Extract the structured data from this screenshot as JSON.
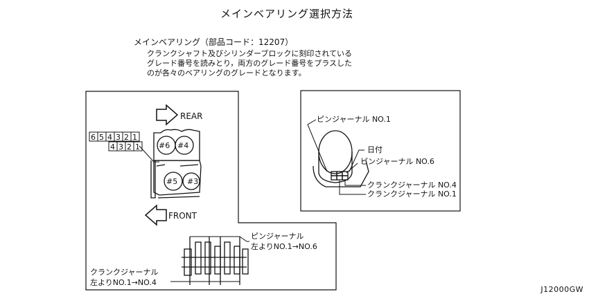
{
  "title": "メインベアリング選択方法",
  "heading": "メインベアリング（部品コード：12207）",
  "description": [
    "クランクシャフト及びシリンダーブロックに刻印されている",
    "グレード番号を読みとり，両方のグレード番号をプラスした",
    "のが各々のベアリングのグレードとなります。"
  ],
  "block": {
    "rear_label": "REAR",
    "front_label": "FRONT",
    "grade_row_top": [
      "6",
      "5",
      "4",
      "3",
      "2",
      "1"
    ],
    "grade_row_bottom": [
      "4",
      "3",
      "2",
      "1"
    ],
    "bore_labels": [
      "#6",
      "#4",
      "#5",
      "#3"
    ]
  },
  "crankshaft": {
    "pin_journal_label": "ピンジャーナル",
    "pin_journal_range": "左よりNO.1→NO.6",
    "crank_journal_label": "クランクジャーナル",
    "crank_journal_range": "左よりNO.1→NO.4"
  },
  "detail": {
    "pin_journal_no1": "ピンジャーナル NO.1",
    "date": "日付",
    "pin_journal_no6": "ピンジャーナル NO.6",
    "crank_journal_no4": "クランクジャーナル NO.4",
    "crank_journal_no1": "クランクジャーナル NO.1"
  },
  "diagram_id": "J12000GW"
}
